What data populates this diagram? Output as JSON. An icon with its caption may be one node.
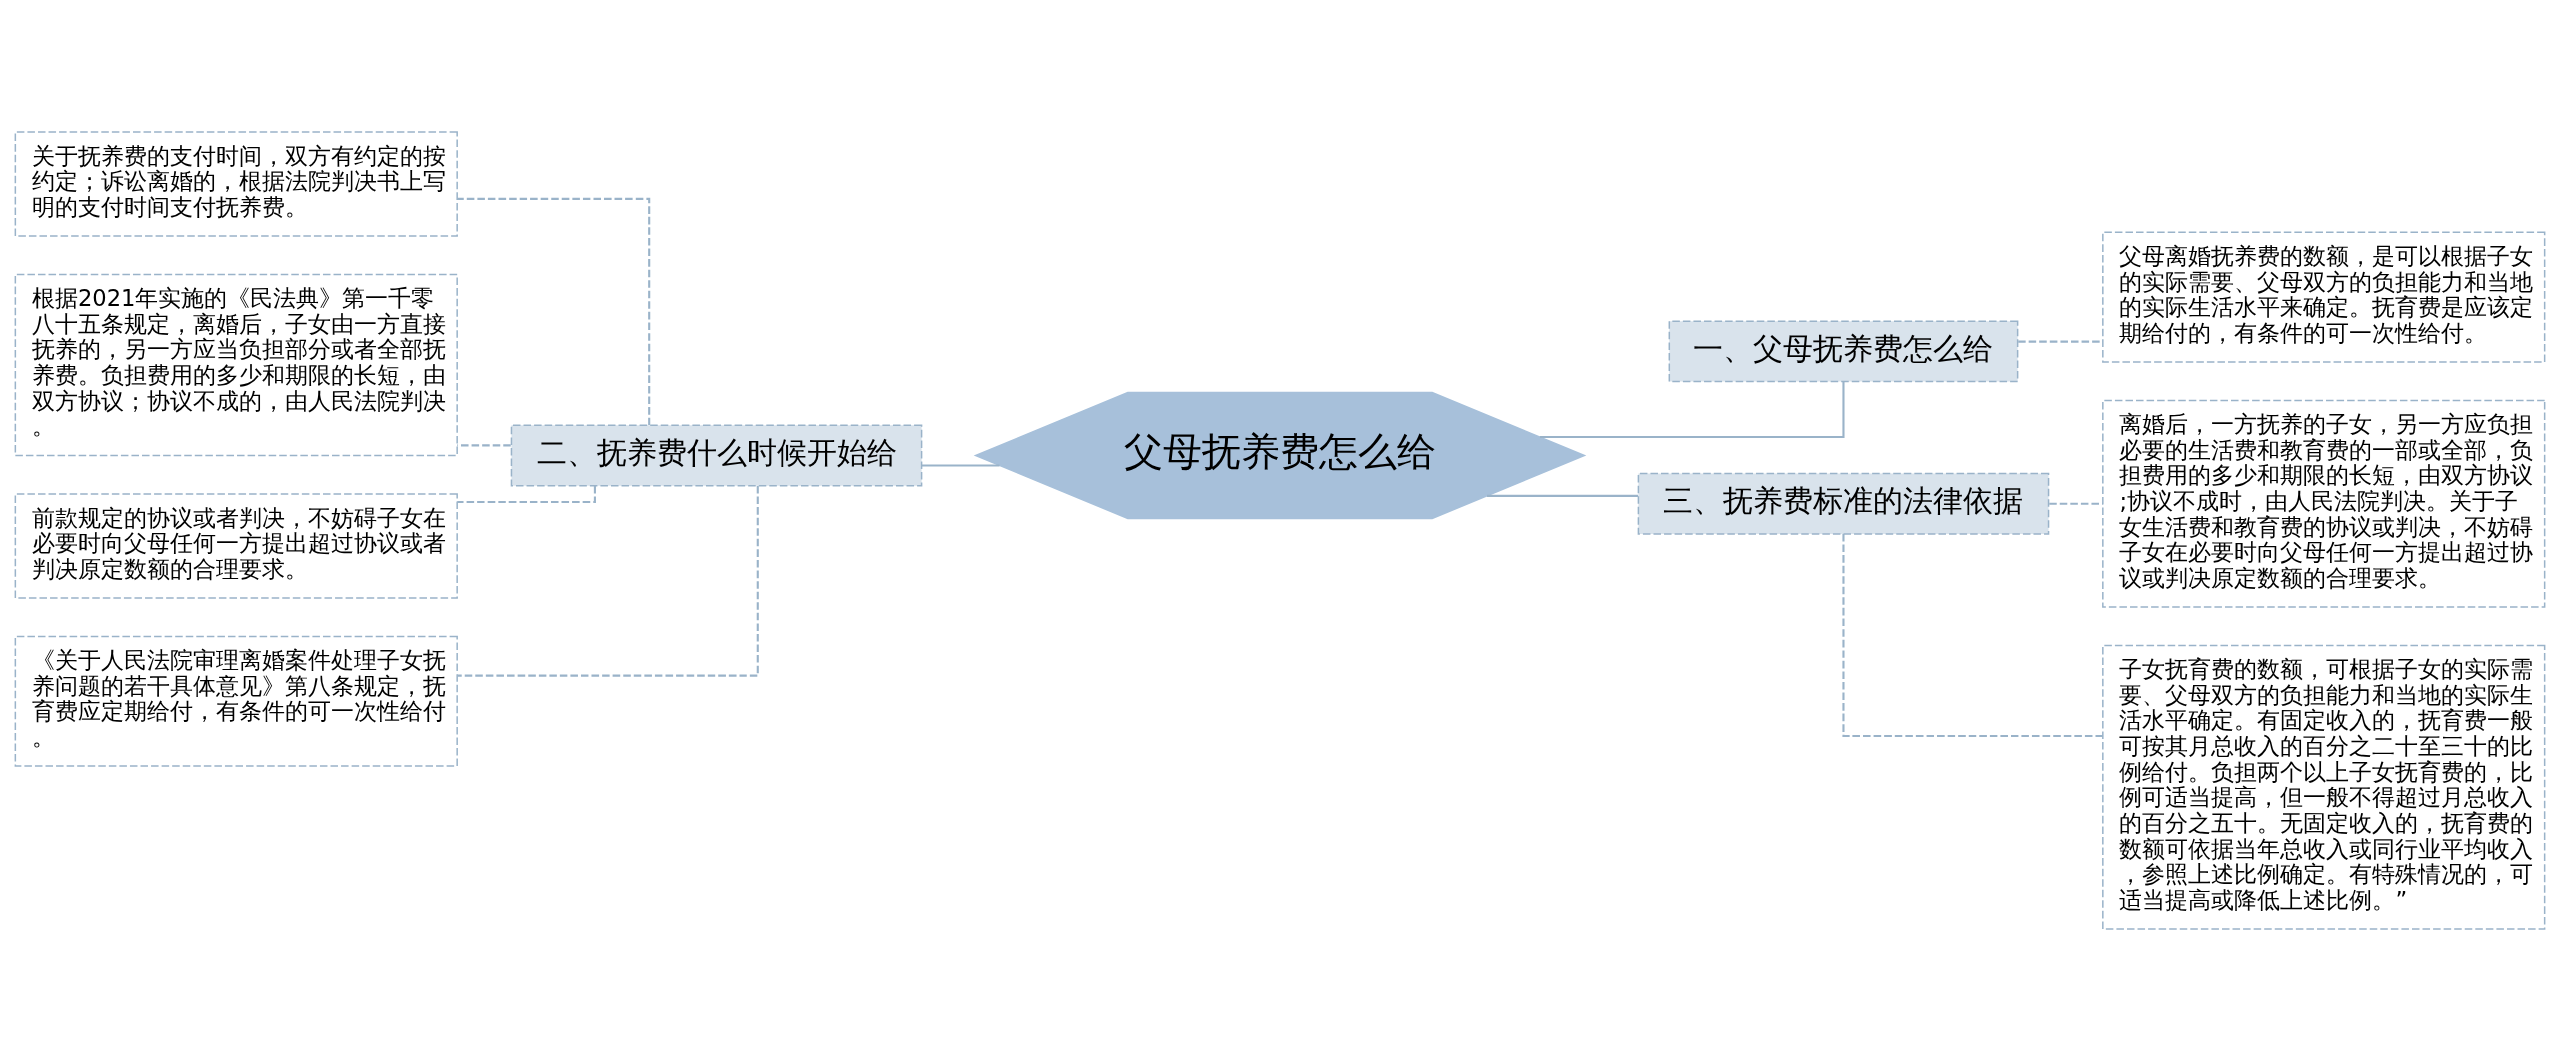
{
  "diagram": {
    "nodes": [
      {
        "text": [
          "父母抚养费怎么给"
        ]
      },
      {
        "text": [
          "一、父母抚养费怎么给"
        ]
      },
      {
        "text": [
          "父母离婚抚养费的数额，是可以根据子女的实际需要、父母双方的负担能力和当地的实际生活水平来确定。抚育费是应该定期给付的，有条件的可一次性给付。"
        ]
      },
      {
        "text": [
          "二、抚养费什么时候开始给"
        ]
      },
      {
        "text": [
          "关于抚养费的支付时间，双方有约定的按约定；诉讼离婚的，根据法院判决书上写明的支付时间支付抚养费。"
        ]
      },
      {
        "text": [
          "根据2021年实施的《民法典》第一千零八十五条规定，离婚后，子女由一方直接抚养的，另一方应当负担部分或者全部抚养费。负担费用的多少和期限的长短，由双方协议；协议不成的，由人民法院判决。"
        ]
      },
      {
        "text": [
          "前款规定的协议或者判决，不妨碍子女在必要时向父母任何一方提出超过协议或者判决原定数额的合理要求。"
        ]
      },
      {
        "text": [
          "《关于人民法院审理离婚案件处理子女抚养问题的若干具体意见》第八条规定，抚育费应定期给付，有条件的可一次性给付。"
        ]
      },
      {
        "text": [
          "三、抚养费标准的法律依据"
        ]
      },
      {
        "text": [
          "离婚后，一方抚养的子女，另一方应负担必要的生活费和教育费的一部或全部，负担费用的多少和期限的长短，由双方协议;协议不成时，由人民法院判决。关于子女生活费和教育费的协议或判决，不妨碍子女在必要时向父母任何一方提出超过协议或判决原定数额的合理要求。"
        ]
      },
      {
        "text": [
          "子女抚育费的数额，可根据子女的实际需要、父母双方的负担能力和当地的实际生活水平确定。有固定收入的，抚育费一般可按其月总收入的百分之二十至三十的比例给付。负担两个以上子女抚育费的，比例可适当提高，但一般不得超过月总收入的百分之五十。无固定收入的，抚育费的数额可依据当年总收入或同行业平均收入，参照上述比例确定。有特殊情况的，可适当提高或降低上述比例。”"
        ]
      }
    ],
    "edges": [
      {
        "from": 0,
        "to": 1,
        "arrow": "none"
      },
      {
        "from": 1,
        "to": 2,
        "arrow": "none",
        "style": "dashed"
      },
      {
        "from": 0,
        "to": 3,
        "arrow": "none"
      },
      {
        "from": 3,
        "to": 4,
        "arrow": "none",
        "style": "dashed"
      },
      {
        "from": 3,
        "to": 5,
        "arrow": "none",
        "style": "dashed"
      },
      {
        "from": 3,
        "to": 6,
        "arrow": "none",
        "style": "dashed"
      },
      {
        "from": 3,
        "to": 7,
        "arrow": "none",
        "style": "dashed"
      },
      {
        "from": 0,
        "to": 8,
        "arrow": "none"
      },
      {
        "from": 8,
        "to": 9,
        "arrow": "none",
        "style": "dashed"
      },
      {
        "from": 8,
        "to": 10,
        "arrow": "none",
        "style": "dashed"
      }
    ]
  }
}
